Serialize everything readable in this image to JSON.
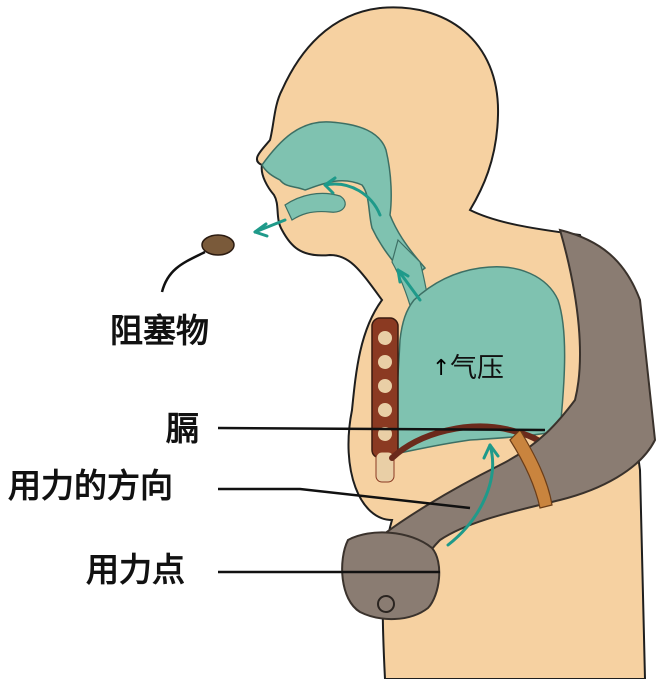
{
  "labels": {
    "obstruction": "阻塞物",
    "diaphragm": "膈",
    "force_direction": "用力的方向",
    "force_point": "用力点",
    "air_pressure": "气压"
  },
  "icons": {
    "pressure_arrow": "up-arrow"
  },
  "colors": {
    "skin": "#f6d1a1",
    "skin_outline": "#1e1e1e",
    "airway": "#7fc2b0",
    "arm": "#8a7c72",
    "diaphragm": "#6b2a1c",
    "flow_arrow": "#1f9a8a"
  }
}
